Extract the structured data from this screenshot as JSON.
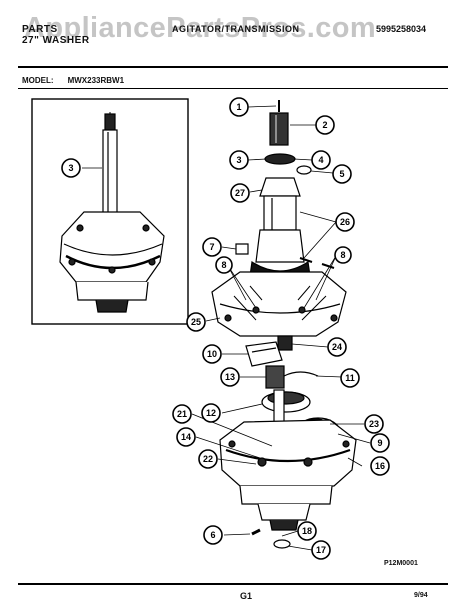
{
  "header": {
    "brand_line1": "PARTS",
    "brand_line2": "27\" WASHER",
    "section_title": "AGITATOR/TRANSMISSION",
    "doc_number": "5995258034",
    "watermark": "AppliancePartsPros.com"
  },
  "model": {
    "label": "MODEL:",
    "value": "MWX233RBW1"
  },
  "footer": {
    "part_code": "P12M0001",
    "page": "G1",
    "date": "9/94"
  },
  "callouts": [
    "1",
    "2",
    "3",
    "4",
    "5",
    "27",
    "26",
    "7",
    "8",
    "8",
    "25",
    "24",
    "10",
    "11",
    "13",
    "12",
    "23",
    "21",
    "9",
    "14",
    "22",
    "16",
    "6",
    "18",
    "17",
    "3"
  ]
}
